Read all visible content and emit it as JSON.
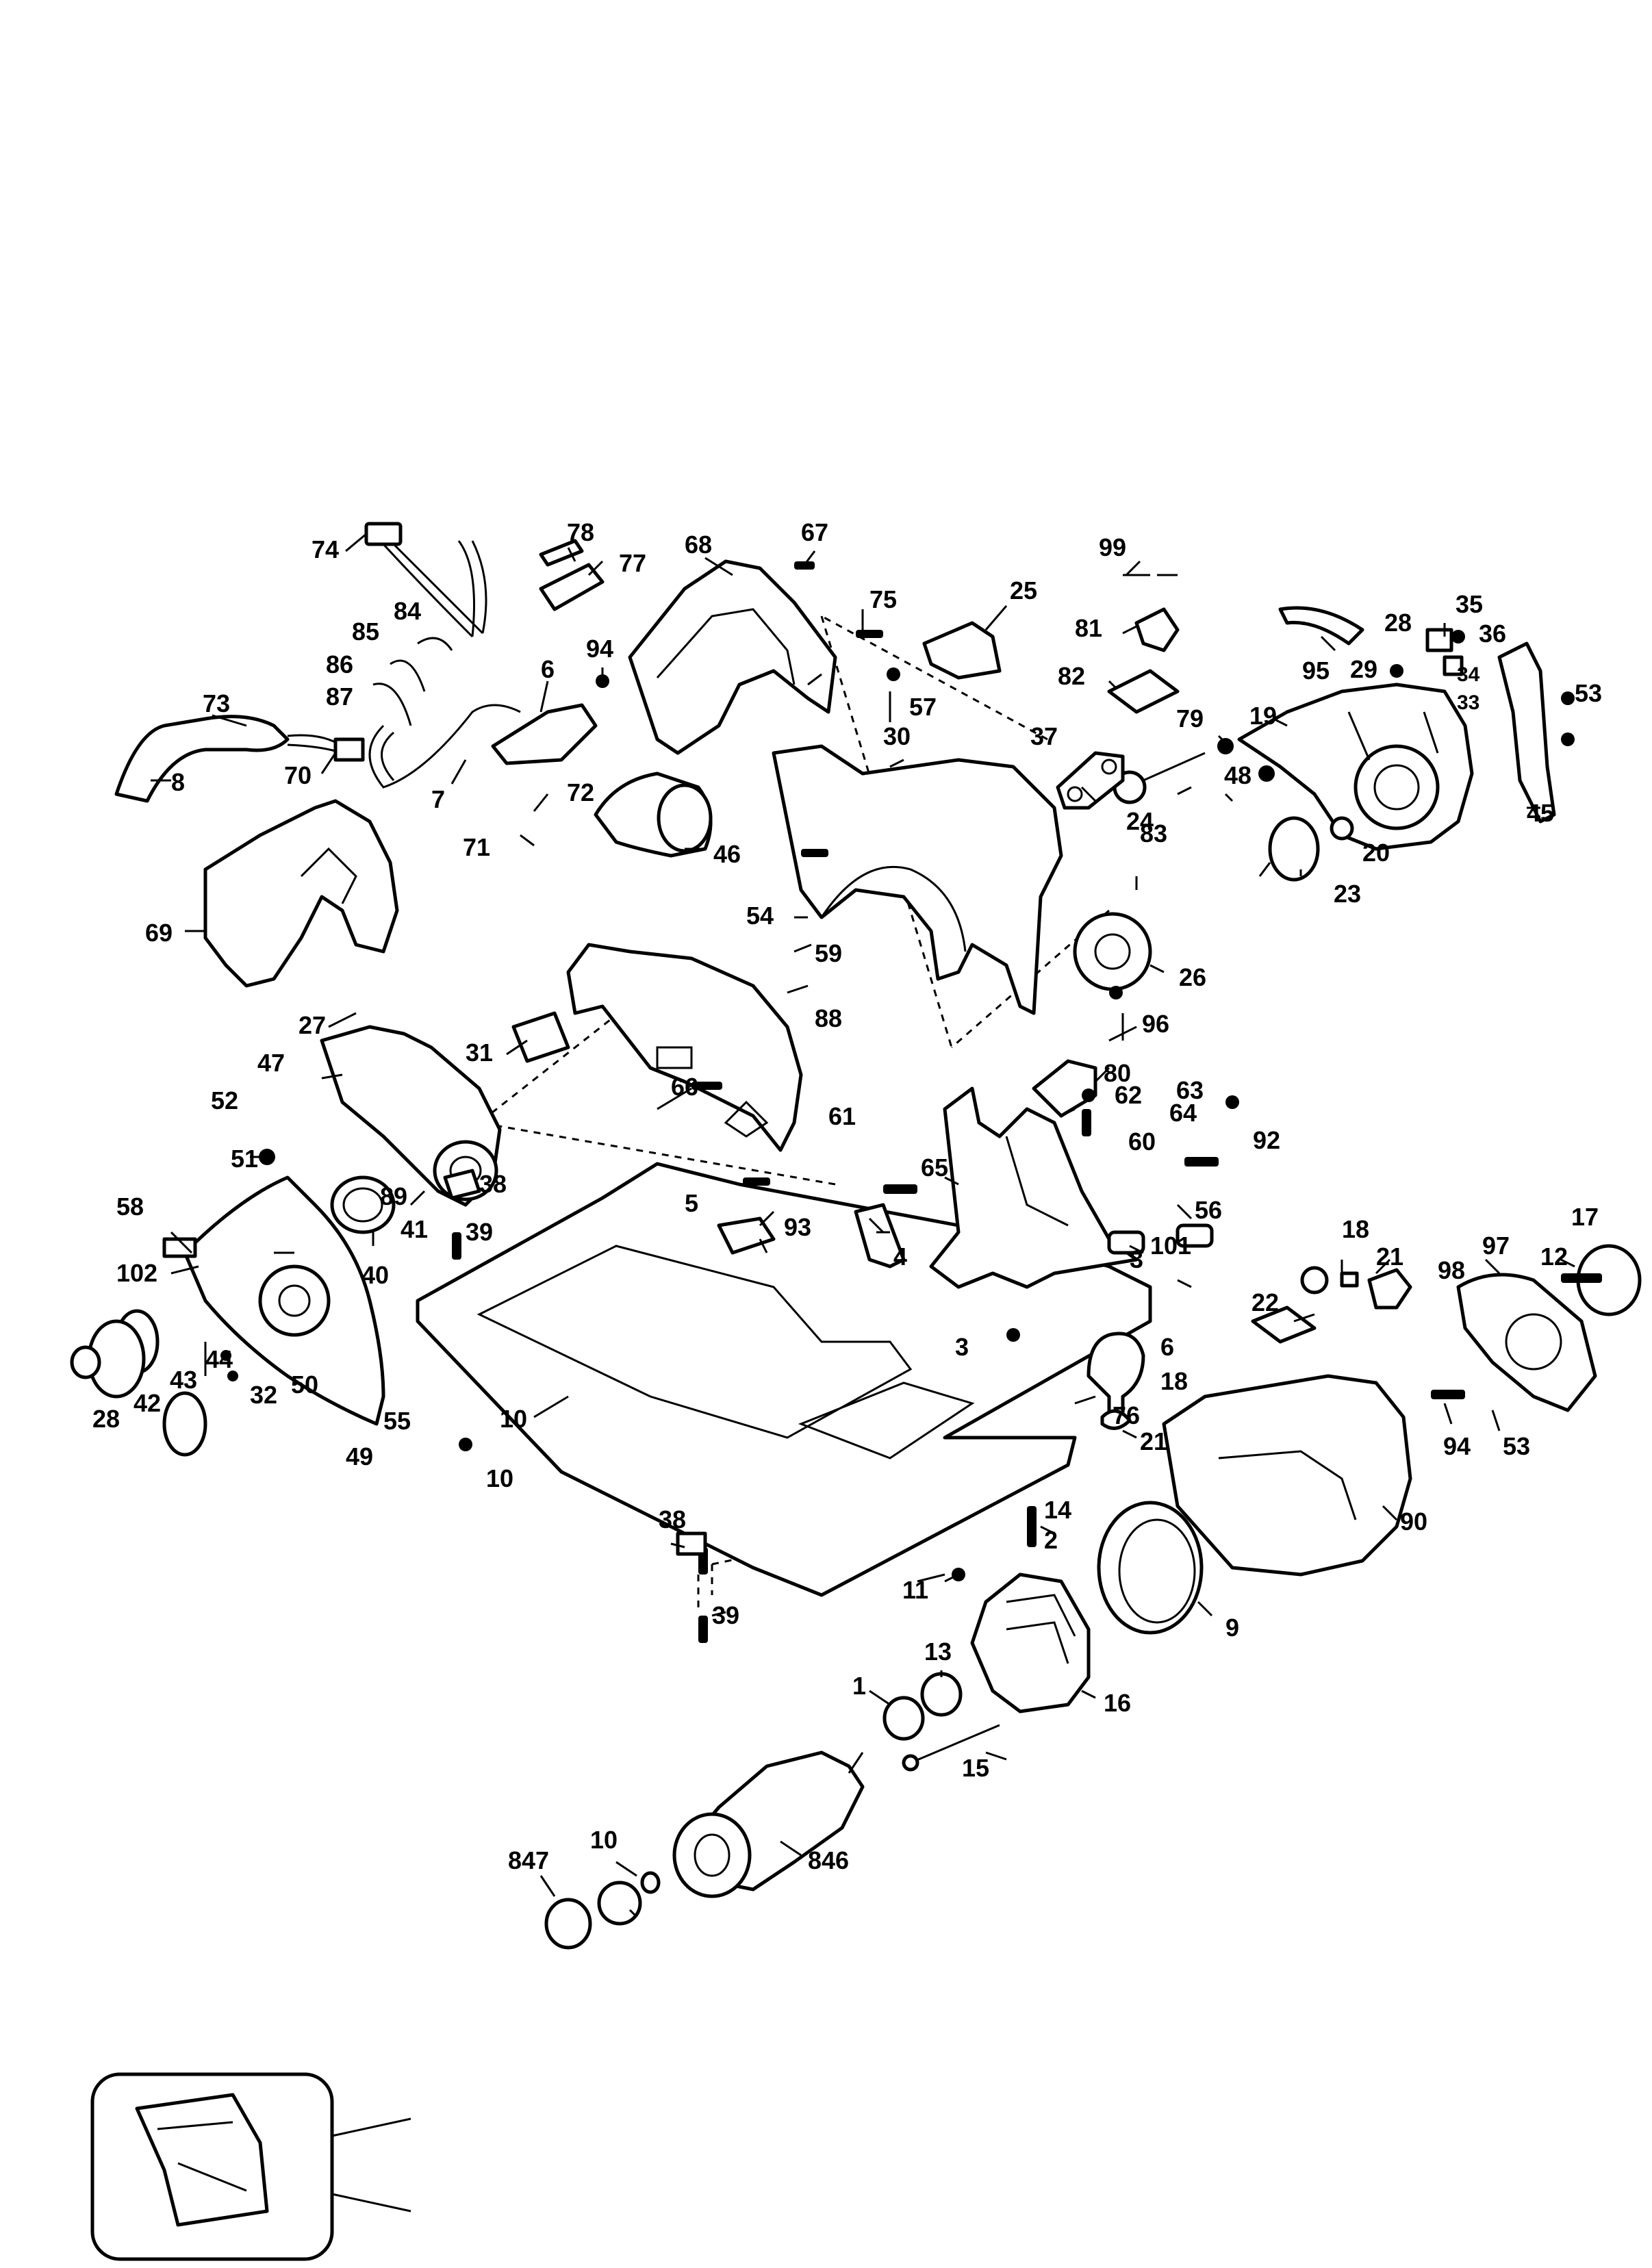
{
  "diagram": {
    "callouts": [
      "74",
      "78",
      "77",
      "68",
      "67",
      "75",
      "25",
      "99",
      "81",
      "84",
      "85",
      "94",
      "86",
      "87",
      "73",
      "8",
      "70",
      "7",
      "72",
      "71",
      "6",
      "57",
      "82",
      "95",
      "28",
      "29",
      "35",
      "36",
      "34",
      "33",
      "19",
      "79",
      "53",
      "48",
      "83",
      "20",
      "24",
      "23",
      "45",
      "37",
      "30",
      "46",
      "69",
      "54",
      "59",
      "26",
      "96",
      "31",
      "88",
      "27",
      "47",
      "52",
      "51",
      "89",
      "41",
      "58",
      "38",
      "40",
      "102",
      "39",
      "44",
      "43",
      "42",
      "28",
      "32",
      "50",
      "49",
      "55",
      "66",
      "61",
      "65",
      "80",
      "62",
      "63",
      "64",
      "60",
      "101",
      "56",
      "92",
      "93",
      "5",
      "4",
      "3",
      "18",
      "21",
      "98",
      "97",
      "12",
      "17",
      "22",
      "90",
      "53",
      "94",
      "10",
      "10",
      "3",
      "76",
      "14",
      "2",
      "11",
      "9",
      "16",
      "13",
      "1",
      "15",
      "10",
      "846",
      "847"
    ]
  }
}
